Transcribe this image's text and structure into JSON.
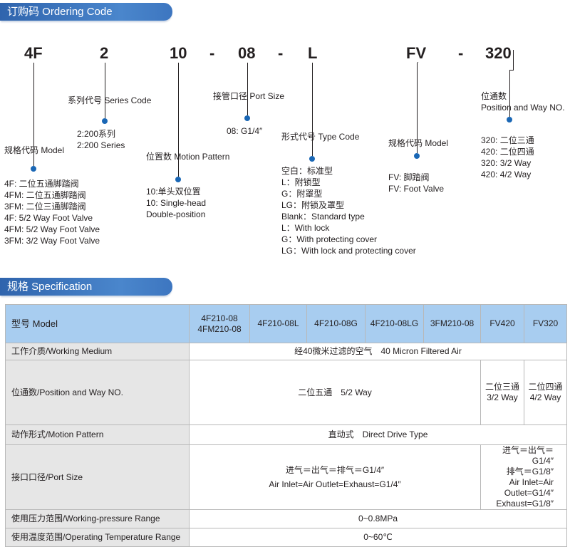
{
  "ordering": {
    "title": "订购码 Ordering Code",
    "code": [
      "4F",
      "2",
      "10",
      "-",
      "08",
      "-",
      "L",
      "FV",
      "-",
      "320"
    ],
    "model": {
      "title": "规格代码 Model",
      "items": [
        "4F: 二位五通脚踏阀",
        "4FM: 二位五通脚踏阀",
        "3FM: 二位三通脚踏阀",
        "4F: 5/2 Way Foot Valve",
        "4FM: 5/2 Way Foot Valve",
        "3FM: 3/2 Way Foot Valve"
      ]
    },
    "series": {
      "title": "系列代号  Series  Code",
      "items": [
        "2:200系列",
        "2:200 Series"
      ]
    },
    "motion": {
      "title": "位置数 Motion  Pattern",
      "items": [
        "10:单头双位置",
        "10: Single-head",
        "Double-position"
      ]
    },
    "port": {
      "title": "接管口径 Port Size",
      "items": [
        "08: G1/4″"
      ]
    },
    "type": {
      "title": "形式代号 Type Code",
      "items": [
        "空白：标准型",
        "L：附锁型",
        "G：附罩型",
        "LG：附锁及罩型",
        "Blank：Standard type",
        "L：With lock",
        "G：With protecting cover",
        "LG：With lock and protecting cover"
      ]
    },
    "model2": {
      "title": "规格代码 Model",
      "items": [
        "FV: 脚踏阀",
        "FV: Foot Valve"
      ]
    },
    "position": {
      "title": "位通数",
      "title2": "Position and Way NO.",
      "items": [
        "320: 二位三通",
        "420: 二位四通",
        "320: 3/2 Way",
        "420: 4/2 Way"
      ]
    }
  },
  "spec": {
    "title": "规格 Specification",
    "header": {
      "label": "型号  Model",
      "models": [
        "4F210-08\n4FM210-08",
        "4F210-08L",
        "4F210-08G",
        "4F210-08LG",
        "3FM210-08",
        "FV420",
        "FV320"
      ]
    },
    "rows": {
      "medium": {
        "label": "工作介质/Working Medium",
        "value": "经40微米过滤的空气　40 Micron Filtered Air"
      },
      "position": {
        "label": "位通数/Position and Way NO.",
        "value": "二位五通　5/2 Way",
        "v2": "二位三通\n3/2 Way",
        "v3": "二位四通\n4/2 Way",
        "v4": "二位三通\n3/2 Way"
      },
      "motion": {
        "label": "动作形式/Motion Pattern",
        "value": "直动式　Direct Drive Type"
      },
      "port": {
        "label": "接口口径/Port Size",
        "value": "进气＝出气＝排气＝G1/4″\nAir Inlet=Air Outlet=Exhaust=G1/4″",
        "value2": "进气＝出气＝G1/4″\n排气＝G1/8″\nAir Inlet=Air\nOutlet=G1/4″\nExhaust=G1/8″"
      },
      "pressure": {
        "label": "使用压力范围/Working-pressure Range",
        "value": "0~0.8MPa"
      },
      "temp": {
        "label": "使用温度范围/Operating Temperature Range",
        "value": "0~60℃"
      }
    }
  }
}
